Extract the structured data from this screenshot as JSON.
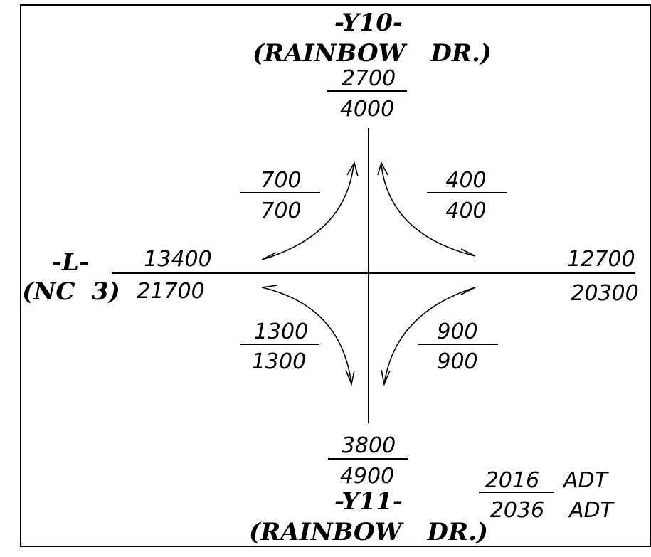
{
  "roads": {
    "north": {
      "id": "-Y10-",
      "name": "(RAINBOW   DR.)"
    },
    "south": {
      "id": "-Y11-",
      "name": "(RAINBOW   DR.)"
    },
    "west": {
      "id": "-L-",
      "name": "(NC  3)"
    }
  },
  "volumes": {
    "north_approach": {
      "top": "2700",
      "bottom": "4000"
    },
    "south_approach": {
      "top": "3800",
      "bottom": "4900"
    },
    "west_approach": {
      "top": "13400",
      "bottom": "21700"
    },
    "east_approach": {
      "top": "12700",
      "bottom": "20300"
    },
    "nw_turn": {
      "top": "700",
      "bottom": "700"
    },
    "ne_turn": {
      "top": "400",
      "bottom": "400"
    },
    "sw_turn": {
      "top": "1300",
      "bottom": "1300"
    },
    "se_turn": {
      "top": "900",
      "bottom": "900"
    }
  },
  "legend": {
    "top_year": "2016",
    "top_unit": "ADT",
    "bottom_year": "2036",
    "bottom_unit": "ADT"
  }
}
